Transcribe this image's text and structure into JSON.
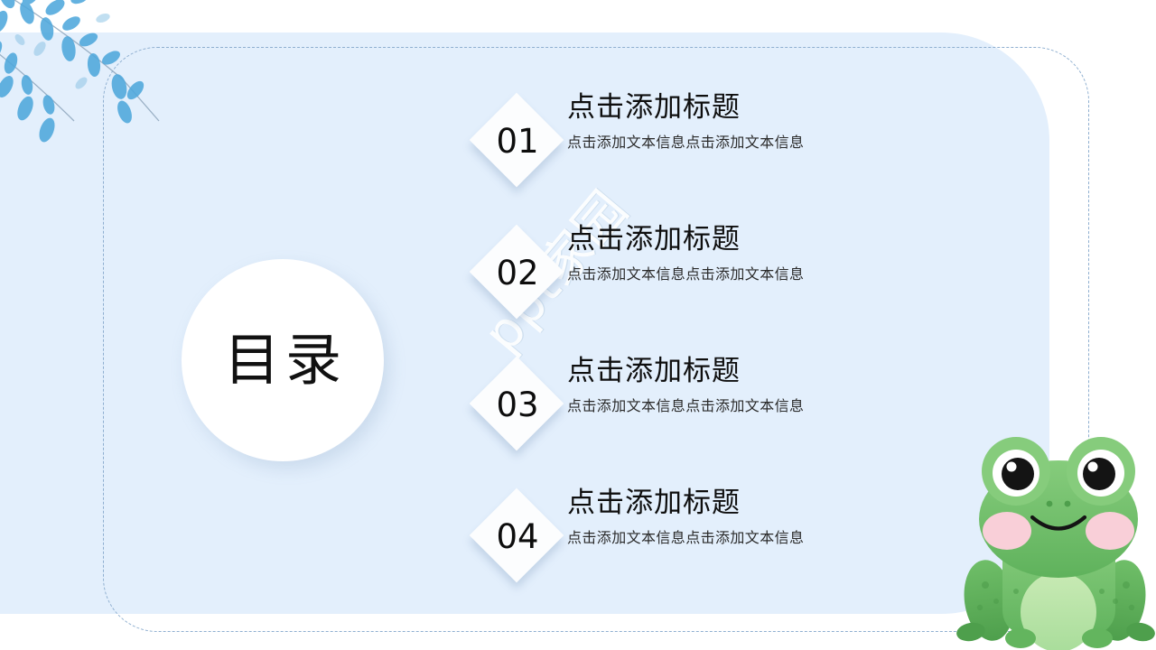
{
  "slide": {
    "title_circle": "目录",
    "panel_fill_color": "#E3EFFC",
    "panel_dashed_color": "#8FAFD0",
    "background_color": "#FFFFFF",
    "watermark": "ppt家园"
  },
  "items": [
    {
      "number": "01",
      "title": "点击添加标题",
      "subtitle": "点击添加文本信息点击添加文本信息"
    },
    {
      "number": "02",
      "title": "点击添加标题",
      "subtitle": "点击添加文本信息点击添加文本信息"
    },
    {
      "number": "03",
      "title": "点击添加标题",
      "subtitle": "点击添加文本信息点击添加文本信息"
    },
    {
      "number": "04",
      "title": "点击添加标题",
      "subtitle": "点击添加文本信息点击添加文本信息"
    }
  ],
  "decorations": {
    "leaf_branch": "leaf-branch-icon",
    "leaf_color": "#4FA8DC",
    "leaf_stem_color": "#8EA6BC",
    "frog": "frog-mascot-icon",
    "frog_body_color": "#7CC576",
    "frog_body_dark": "#52A84F",
    "frog_belly_color": "#BFE5AE",
    "frog_cheek_color": "#F9CFD8",
    "frog_eye_color": "#111111"
  }
}
